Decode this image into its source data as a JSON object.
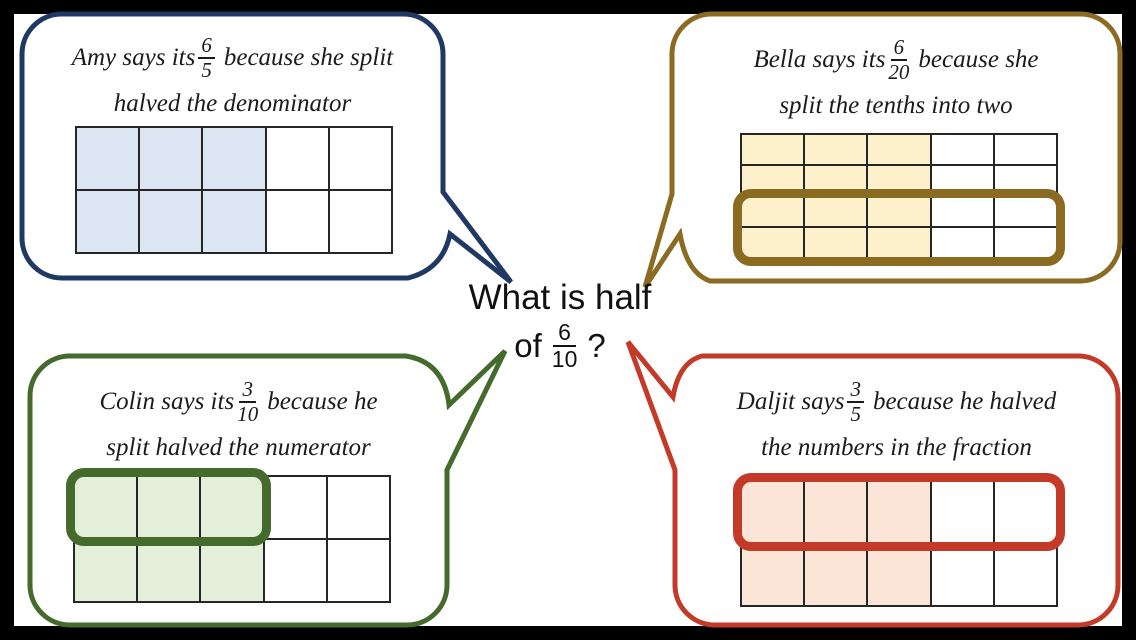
{
  "background": {
    "frame_color": "#000000",
    "canvas_color": "#ffffff"
  },
  "question": {
    "line1": "What is half",
    "of_word": "of",
    "fraction_numerator": "6",
    "fraction_denominator": "10",
    "question_mark": "?"
  },
  "bubbles": [
    {
      "id": "amy",
      "speaker": "Amy",
      "accent_color": "#1F3864",
      "cell_fill": "#DCE6F2",
      "text_before_fraction": "Amy says its",
      "fraction_numerator": "6",
      "fraction_denominator": "5",
      "text_after_fraction": "because she split",
      "text_line2": "halved the denominator",
      "grid": {
        "rows": 2,
        "cols": 5,
        "shaded_cols": 3
      },
      "highlight": null
    },
    {
      "id": "bella",
      "speaker": "Bella",
      "accent_color": "#8A6B21",
      "cell_fill": "#FDF1CB",
      "text_before_fraction": "Bella says its",
      "fraction_numerator": "6",
      "fraction_denominator": "20",
      "text_after_fraction": "because she",
      "text_line2": "split the tenths into two",
      "grid": {
        "rows": 4,
        "cols": 5,
        "shaded_cols": 3
      },
      "highlight": {
        "rows": [
          3,
          4
        ],
        "cols": [
          1,
          5
        ]
      }
    },
    {
      "id": "colin",
      "speaker": "Colin",
      "accent_color": "#446A2C",
      "cell_fill": "#E3EFDB",
      "text_before_fraction": "Colin says its",
      "fraction_numerator": "3",
      "fraction_denominator": "10",
      "text_after_fraction": "because he",
      "text_line2": "split halved the numerator",
      "grid": {
        "rows": 2,
        "cols": 5,
        "shaded_cols": 3
      },
      "highlight": {
        "rows": [
          1,
          1
        ],
        "cols": [
          1,
          3
        ]
      }
    },
    {
      "id": "daljit",
      "speaker": "Daljit",
      "accent_color": "#C43A28",
      "cell_fill": "#FAE5D7",
      "text_before_fraction": "Daljit says",
      "fraction_numerator": "3",
      "fraction_denominator": "5",
      "text_after_fraction": "because he halved",
      "text_line2": "the numbers in the fraction",
      "grid": {
        "rows": 2,
        "cols": 5,
        "shaded_cols": 3
      },
      "highlight": {
        "rows": [
          1,
          1
        ],
        "cols": [
          1,
          5
        ]
      }
    }
  ]
}
